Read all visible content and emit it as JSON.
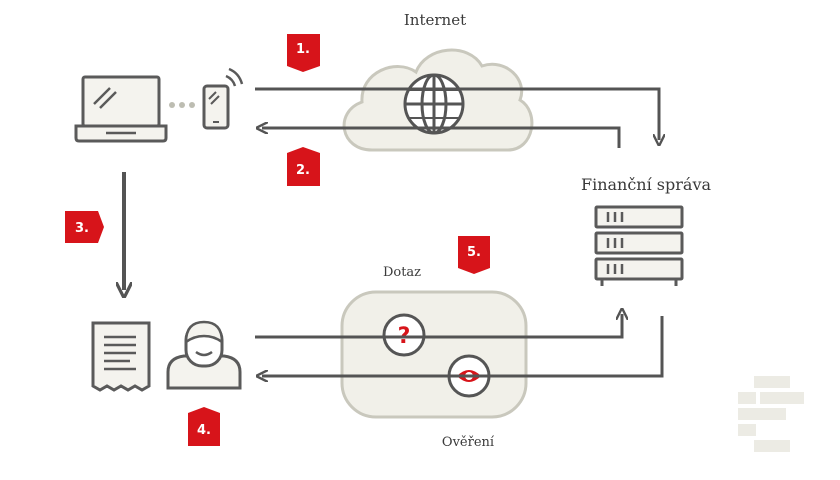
{
  "labels": {
    "internet": "Internet",
    "financni_sprava": "Finanční správa",
    "dotaz": "Dotaz",
    "overeni": "Ověření"
  },
  "badges": {
    "b1": "1.",
    "b2": "2.",
    "b3": "3.",
    "b4": "4.",
    "b5": "5."
  },
  "icons": {
    "q": "?"
  },
  "colors": {
    "accent": "#d7141a",
    "line": "#545454",
    "cloud_fill": "#f1f0e9",
    "cloud_stroke": "#c9c8bd",
    "icon_fill": "#f4f3ee",
    "icon_stroke": "#5a5a5a"
  }
}
